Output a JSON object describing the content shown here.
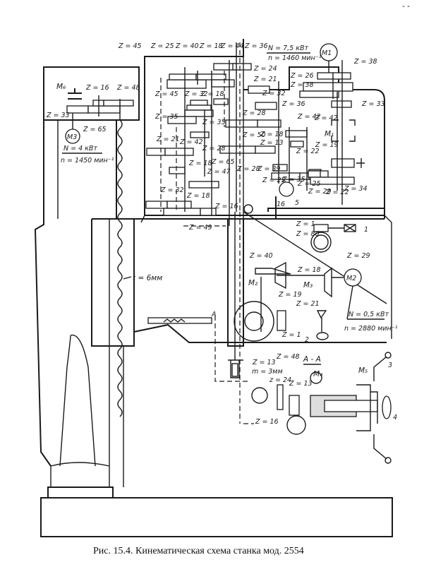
{
  "caption": "Рис. 15.4.  Кинематическая  схема  станка  мод. 2554",
  "corner_mark": "- -",
  "motors": {
    "m1": {
      "label": "M1",
      "power": "N = 7,5 кВт",
      "speed": "n = 1460 мин⁻¹"
    },
    "m2": {
      "label": "M2",
      "power": "N = 0,5 кВт",
      "speed": "n = 2880 мин⁻¹"
    },
    "m3": {
      "label": "M3",
      "power": "N = 4 кВт",
      "speed": "n = 1450 мин⁻¹"
    }
  },
  "clutches": {
    "m1": "M₁",
    "m2": "M₂",
    "m3": "M₃",
    "m4": "M₄",
    "m5": "M₅",
    "m6": "M₆"
  },
  "gearbox_labels": [
    "Z = 45",
    "Z = 25",
    "Z = 40",
    "Z = 18",
    "Z = 44",
    "Z = 36",
    "Z = 24",
    "Z = 21",
    "Z = 45",
    "Z = 32",
    "Z = 18",
    "Z = 35",
    "Z = 35",
    "Z = 28",
    "Z = 21",
    "Z = 42",
    "Z = 18",
    "Z = 65",
    "Z = 47",
    "Z = 32",
    "Z = 18",
    "Z = 16",
    "Z = 49",
    "Z = 32",
    "Z = 36",
    "Z = 28",
    "Z = 50",
    "Z = 18",
    "Z = 13",
    "Z = 28",
    "Z = 39",
    "Z = 25",
    "Z = 35",
    "Z = 25",
    "Z = 26",
    "Z = 38",
    "Z = 38",
    "Z = 42",
    "Z = 42",
    "Z = 33",
    "Z = 19",
    "Z = 22",
    "Z = 29",
    "Z = 22",
    "Z = 34"
  ],
  "column_labels": [
    "Z = 16",
    "Z = 48",
    "Z = 33",
    "Z = 65"
  ],
  "feed_labels": [
    "Z = 1",
    "Z = 80",
    "Z = 40",
    "Z = 29",
    "Z = 18",
    "Z = 19",
    "Z = 21",
    "Z = 1",
    "Z = 48",
    "Z = 13",
    "m = 3мм",
    "z = 24",
    "Z = 13",
    "Z = 16"
  ],
  "numbers": {
    "n1": "1",
    "n2": "2",
    "n3": "3",
    "n4": "4",
    "n5": "5",
    "n16": "16"
  },
  "section_mark": "A",
  "section_title": "A - A",
  "screw_pitch": "t = 6мм"
}
